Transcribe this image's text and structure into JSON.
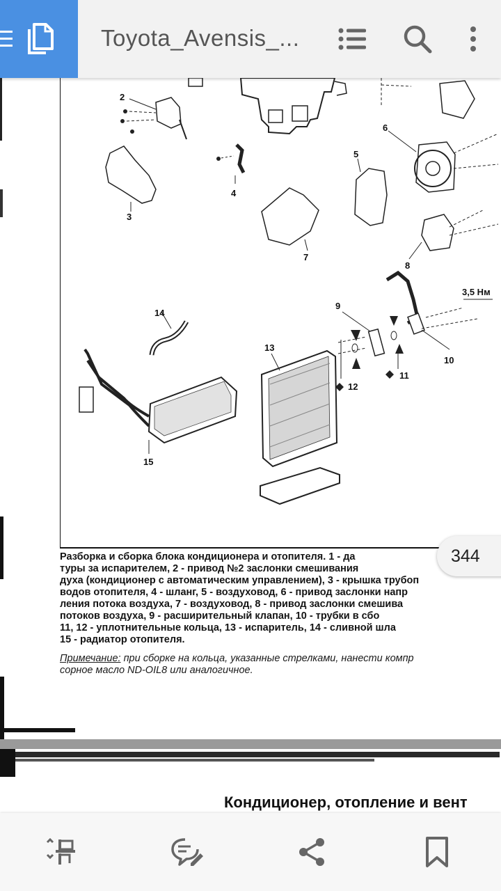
{
  "header": {
    "title": "Toyota_Avensis_...",
    "accent_color": "#4a90e2",
    "icons": [
      "menu-icon",
      "document-icon",
      "outline-list-icon",
      "search-icon",
      "more-vert-icon"
    ]
  },
  "diagram": {
    "labels": {
      "l1": "2",
      "l2": "4",
      "l3": "3",
      "l4": "5",
      "l5": "6",
      "l6": "7",
      "l7": "8",
      "l8": "3,5 Нм",
      "l9": "9",
      "l10": "14",
      "l11": "13",
      "l12": "10",
      "l13": "11",
      "l14": "12",
      "l15": "15"
    }
  },
  "caption": {
    "lines": [
      "Разборка и сборка блока кондиционера и отопителя. 1 - да",
      "туры за испарителем, 2 - привод №2 заслонки смешивания",
      "духа (кондиционер с автоматическим управлением), 3 - крышка трубоп",
      "водов отопителя, 4 - шланг, 5 - воздуховод, 6 - привод заслонки напр",
      "ления потока воздуха, 7 - воздуховод, 8 - привод заслонки смешива",
      "потоков воздуха, 9 - расширительный клапан, 10 - трубки в сбо",
      "11, 12 - уплотнительные кольца, 13 - испаритель, 14 - сливной шла",
      "15 - радиатор отопителя."
    ],
    "note_label": "Примечание:",
    "note_line1": "при сборке на кольца, указанные стрелками, нанести компр",
    "note_line2": "сорное масло ND-OIL8 или аналогичное."
  },
  "section_title": "Кондиционер, отопление и вент",
  "page_badge": "344",
  "bottom_bar": {
    "icons": [
      "fit-width-icon",
      "comment-edit-icon",
      "share-icon",
      "bookmark-icon"
    ]
  }
}
